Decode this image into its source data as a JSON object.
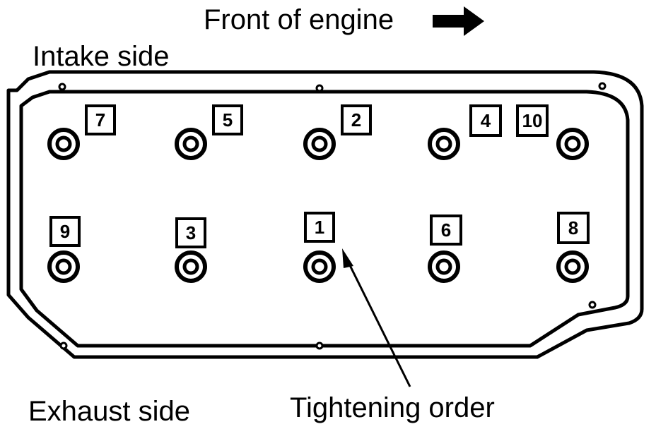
{
  "labels": {
    "front": "Front of engine",
    "intake": "Intake side",
    "exhaust": "Exhaust side",
    "tightening": "Tightening order"
  },
  "bolts": {
    "top": [
      "7",
      "5",
      "2",
      "4",
      "10"
    ],
    "bottom": [
      "9",
      "3",
      "1",
      "6",
      "8"
    ]
  }
}
